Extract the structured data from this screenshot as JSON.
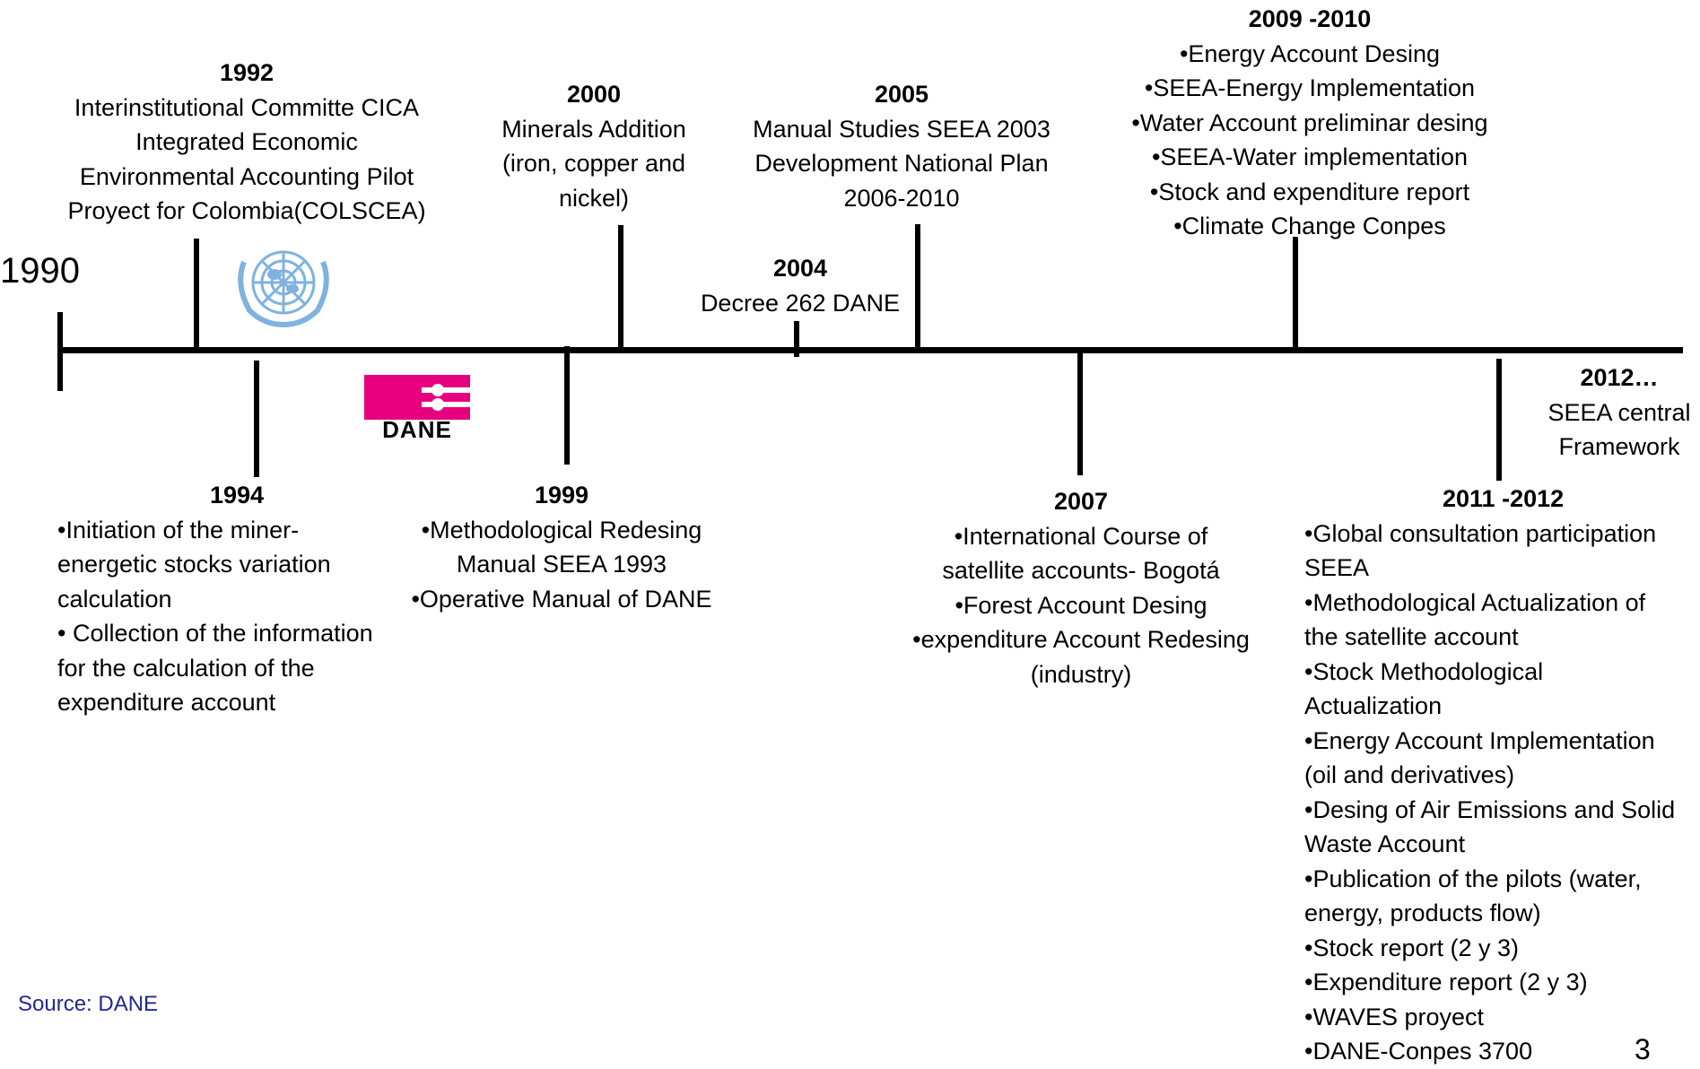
{
  "start_year": "1990",
  "events": {
    "e1992": {
      "year": "1992",
      "lines": [
        "Interinstitutional Committe CICA",
        "Integrated Economic",
        "Environmental Accounting Pilot",
        "Proyect for Colombia(COLSCEA)"
      ]
    },
    "e1994": {
      "year": "1994",
      "lines": [
        "•Initiation of the miner-",
        "energetic stocks variation",
        "calculation",
        "• Collection of the information",
        "for the calculation of the",
        "expenditure account"
      ]
    },
    "e1999": {
      "year": "1999",
      "lines": [
        "•Methodological Redesing",
        "Manual SEEA 1993",
        "•Operative Manual  of DANE"
      ]
    },
    "e2000": {
      "year": "2000",
      "lines": [
        "Minerals Addition",
        "(iron, copper and",
        "nickel)"
      ]
    },
    "e2004": {
      "year": "2004",
      "lines": [
        "Decree 262 DANE"
      ]
    },
    "e2005": {
      "year": "2005",
      "lines": [
        "Manual Studies SEEA 2003",
        "Development National Plan",
        "2006-2010"
      ]
    },
    "e2007": {
      "year": "2007",
      "lines": [
        "•International Course of",
        "satellite accounts- Bogotá",
        "•Forest Account Desing",
        "•expenditure Account Redesing",
        "(industry)"
      ]
    },
    "e2009": {
      "year": "2009 -2010",
      "lines": [
        "•Energy Account Desing",
        "•SEEA-Energy Implementation",
        "•Water Account preliminar desing",
        "•SEEA-Water implementation",
        "•Stock and expenditure report",
        "•Climate Change Conpes"
      ]
    },
    "e2011": {
      "year": "2011 -2012",
      "lines": [
        "•Global consultation participation",
        "SEEA",
        "•Methodological Actualization of",
        "the satellite account",
        "•Stock Methodological",
        "Actualization",
        "•Energy Account Implementation",
        "(oil and derivatives)",
        "•Desing of Air Emissions and Solid",
        "Waste Account",
        "•Publication of the pilots (water,",
        "energy, products flow)",
        "•Stock report (2 y 3)",
        "•Expenditure report (2 y 3)",
        "•WAVES proyect",
        "•DANE-Conpes 3700"
      ]
    },
    "e2012": {
      "year": "2012…",
      "lines": [
        "SEEA central",
        "Framework"
      ]
    }
  },
  "logos": {
    "un_emblem": "un-emblem-icon",
    "dane": {
      "text": "DANE",
      "color": "#e6007e"
    }
  },
  "source": "Source: DANE",
  "page_number": "3"
}
